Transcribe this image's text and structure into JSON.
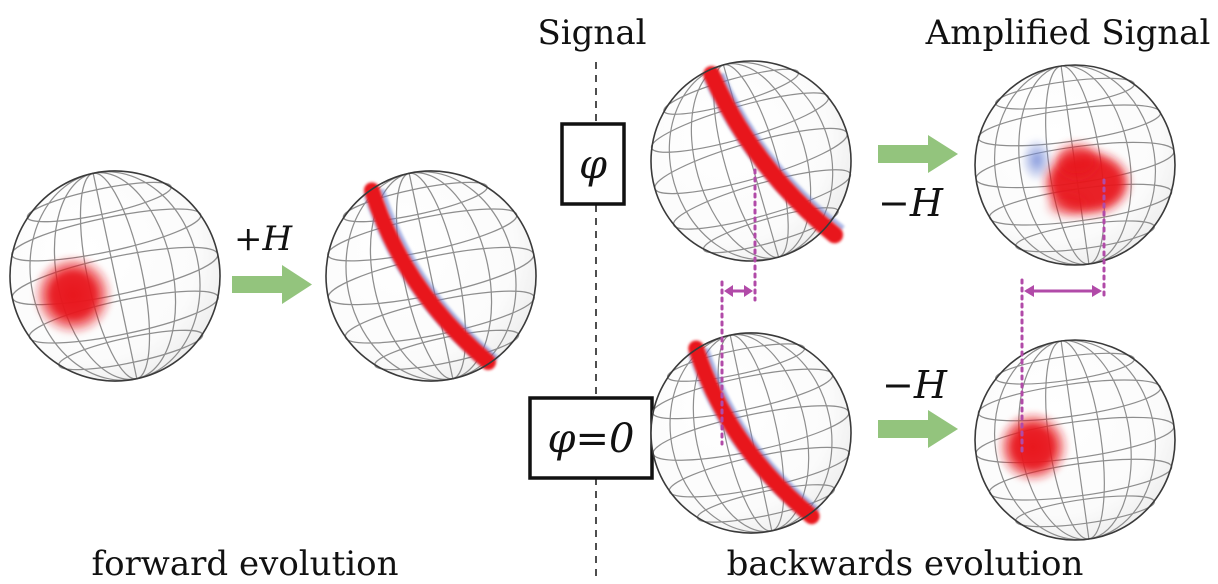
{
  "labels": {
    "signal": "Signal",
    "amplified_signal": "Amplified Signal",
    "forward_evolution": "forward evolution",
    "backwards_evolution": "backwards evolution"
  },
  "operators": {
    "forward": "+H",
    "backward_top": "−H",
    "backward_bottom": "−H"
  },
  "phase_boxes": {
    "phi": "φ",
    "phi_zero": "φ=0"
  },
  "colors": {
    "state": "#e8191e",
    "negative_fringe": "#6f86d6",
    "arrow": "#93c47d",
    "displacement": "#b14aa8",
    "grid": "#8e8e8e"
  }
}
